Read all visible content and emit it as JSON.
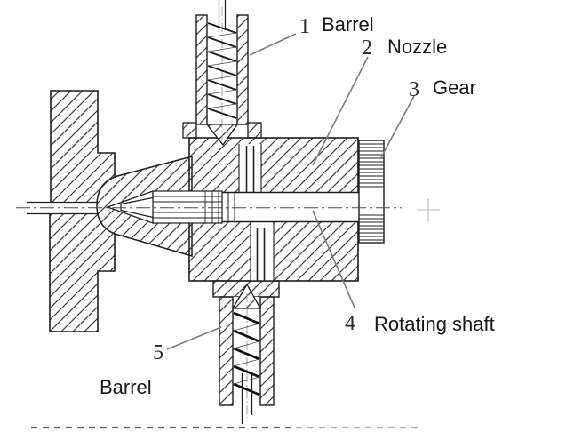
{
  "diagram": {
    "callouts": [
      {
        "number": "1",
        "label": "Barrel"
      },
      {
        "number": "2",
        "label": "Nozzle"
      },
      {
        "number": "3",
        "label": "Gear"
      },
      {
        "number": "4",
        "label": "Rotating shaft"
      },
      {
        "number": "5",
        "label": "Barrel"
      }
    ],
    "colors": {
      "ink": "#1d1d1d",
      "leader_line": "#7a7a7a",
      "background": "#ffffff"
    }
  }
}
